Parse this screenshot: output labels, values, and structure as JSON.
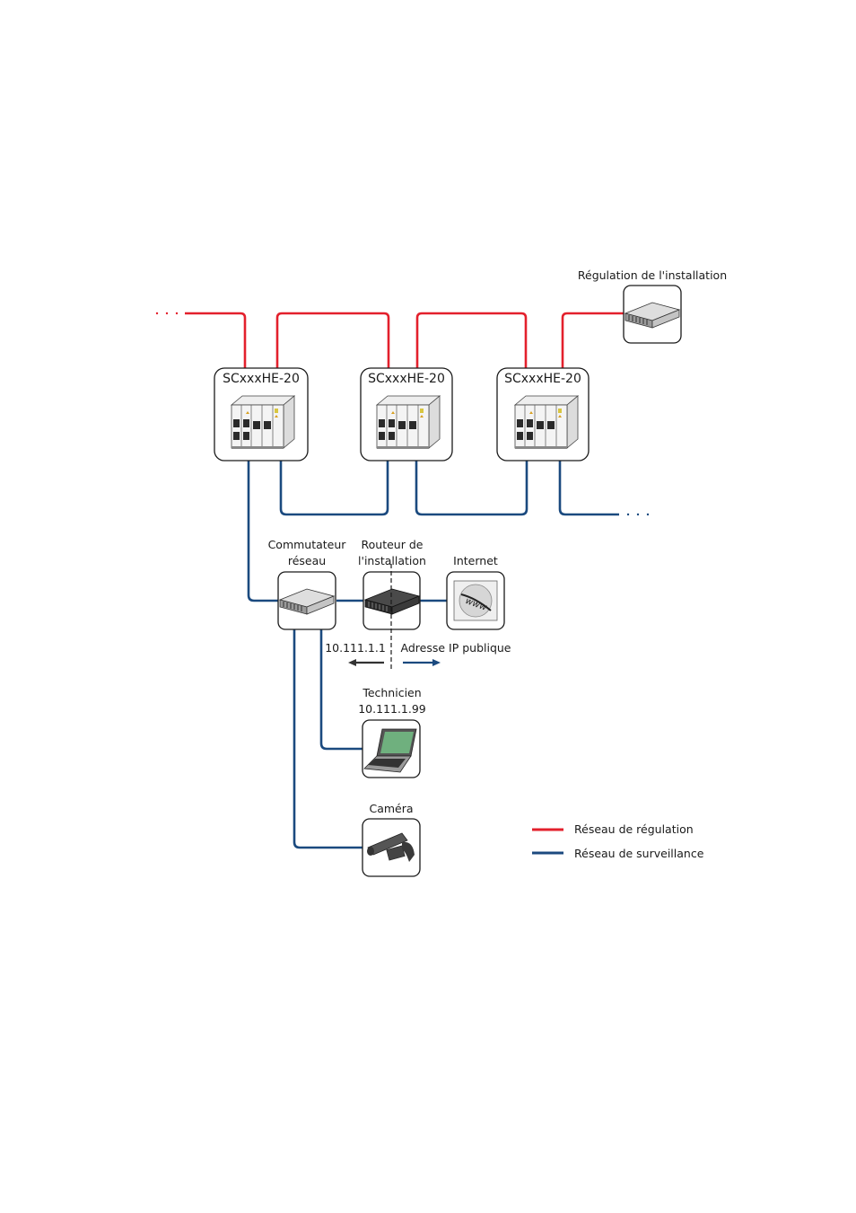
{
  "diagram": {
    "inverters": [
      {
        "label": "SCxxxHE-20"
      },
      {
        "label": "SCxxxHE-20"
      },
      {
        "label": "SCxxxHE-20"
      }
    ],
    "plant_control": {
      "label": "Régulation de l'installation"
    },
    "network_switch": {
      "label_line1": "Commutateur",
      "label_line2": "réseau"
    },
    "plant_router": {
      "label_line1": "Routeur de",
      "label_line2": "l'installation"
    },
    "internet": {
      "label": "Internet",
      "icon_text": "www"
    },
    "ip_private": "10.111.1.1",
    "ip_public": "Adresse IP publique",
    "technician": {
      "label_line1": "Technicien",
      "label_line2": "10.111.1.99"
    },
    "camera": {
      "label": "Caméra"
    },
    "continuation": "· · ·",
    "legend": [
      {
        "label": "Réseau de régulation",
        "color": "#e3202c"
      },
      {
        "label": "Réseau de surveillance",
        "color": "#1b4a7f"
      }
    ]
  }
}
